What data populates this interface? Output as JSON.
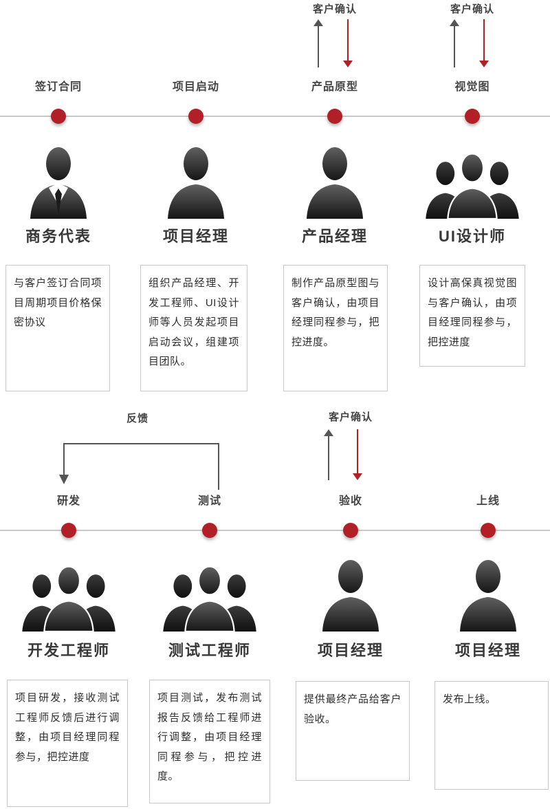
{
  "colors": {
    "accent_red": "#b12026",
    "line_gray": "#c9c9c9",
    "arrow_gray": "#555555",
    "text_dark": "#383838"
  },
  "annotations": {
    "customer_confirm": "客户确认",
    "feedback": "反馈"
  },
  "rows": [
    {
      "stages": [
        {
          "label": "签订合同",
          "role": "商务代表",
          "desc": "与客户签订合同项目周期项目价格保密协议",
          "icon": "person-tie"
        },
        {
          "label": "项目启动",
          "role": "项目经理",
          "desc": "组织产品经理、开发工程师、UI设计师等人员发起项目启动会议，组建项目团队。",
          "icon": "person"
        },
        {
          "label": "产品原型",
          "role": "产品经理",
          "desc": "制作产品原型图与客户确认，由项目经理同程参与，把控进度。",
          "icon": "person",
          "annotation": "客户确认"
        },
        {
          "label": "视觉图",
          "role": "UI设计师",
          "desc": "设计高保真视觉图与客户确认，由项目经理同程参与，把控进度",
          "icon": "team",
          "annotation": "客户确认"
        }
      ]
    },
    {
      "stages": [
        {
          "label": "研发",
          "role": "开发工程师",
          "desc": "项目研发，接收测试工程师反馈后进行调整，由项目经理同程参与，把控进度",
          "icon": "team",
          "annotation": "反馈"
        },
        {
          "label": "测试",
          "role": "测试工程师",
          "desc": "项目测试，发布测试报告反馈给工程师进行调整，由项目经理同程参与，把控进度。",
          "icon": "team"
        },
        {
          "label": "验收",
          "role": "项目经理",
          "desc": "提供最终产品给客户验收。",
          "icon": "person",
          "annotation": "客户确认"
        },
        {
          "label": "上线",
          "role": "项目经理",
          "desc": "发布上线。",
          "icon": "person"
        }
      ]
    }
  ]
}
